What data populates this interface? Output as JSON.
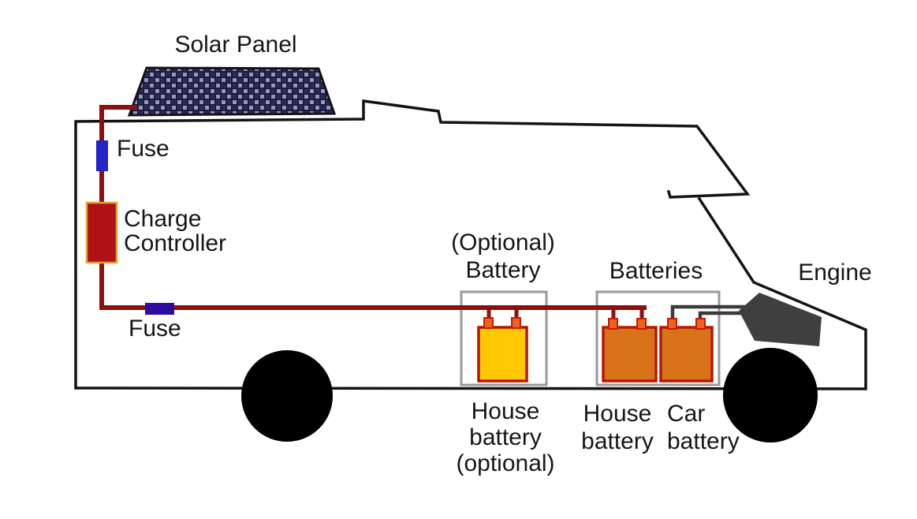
{
  "labels": {
    "solar_panel": "Solar Panel",
    "fuse_top": "Fuse",
    "charge_controller": [
      "Charge",
      "Controller"
    ],
    "fuse_bottom": "Fuse",
    "optional_battery": [
      "(Optional)",
      "Battery"
    ],
    "batteries": "Batteries",
    "engine": "Engine",
    "house_battery_optional": [
      "House",
      "battery",
      "(optional)"
    ],
    "house_battery": [
      "House",
      "battery"
    ],
    "car_battery": [
      "Car",
      "battery"
    ]
  },
  "colors": {
    "wire_red": "#8e0f0f",
    "fuse_blue": "#2323c8",
    "fuse_indigo": "#2e0d9e",
    "charge_controller_fill": "#b01114",
    "charge_controller_border": "#e0a23c",
    "battery_yellow": "#ffc803",
    "battery_orange": "#d9731a",
    "battery_border": "#b51900",
    "terminal_orange": "#f0621c",
    "terminal_border": "#c41e00",
    "engine_gray": "#3f3f3f",
    "wire_gray": "#3b3b3b",
    "box_gray": "#9a9a9a",
    "outline_black": "#141414",
    "panel_dark": "#2a2a58",
    "panel_light": "#9898ba"
  }
}
